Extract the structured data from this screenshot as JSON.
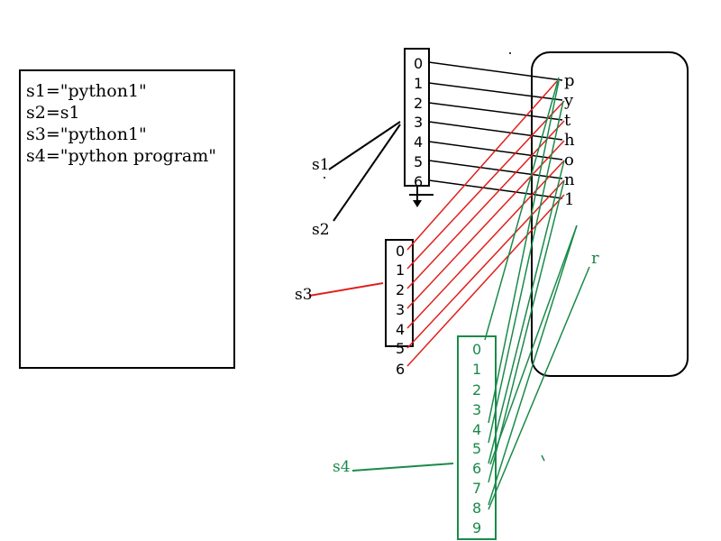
{
  "code_lines": [
    "s1=\"python1\"",
    "s2=s1",
    "s3=\"python1\"",
    "s4=\"python program\""
  ],
  "variables": {
    "s1": "s1",
    "s2": "s2",
    "s3": "s3",
    "s4": "s4"
  },
  "string_chars": [
    "p",
    "y",
    "t",
    "h",
    "o",
    "n",
    "1"
  ],
  "extra_char": "r",
  "s1_indices": [
    "0",
    "1",
    "2",
    "3",
    "4",
    "5",
    "6"
  ],
  "s3_indices": [
    "0",
    "1",
    "2",
    "3",
    "4",
    "5",
    "6"
  ],
  "s4_indices": [
    "0",
    "1",
    "2",
    "3",
    "4",
    "5",
    "6",
    "7",
    "8",
    "9"
  ],
  "colors": {
    "black": "#000000",
    "red": "#e0201c",
    "green": "#1a8a4a"
  }
}
